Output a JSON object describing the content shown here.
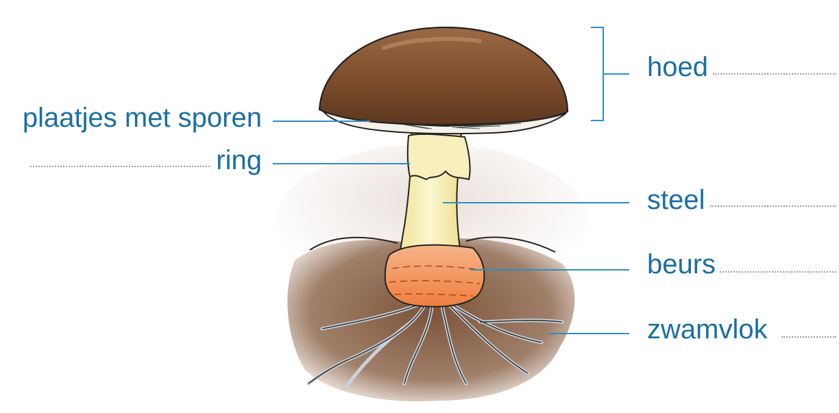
{
  "labels": {
    "hoed": "hoed",
    "plaatjes": "plaatjes met sporen",
    "ring": "ring",
    "steel": "steel",
    "beurs": "beurs",
    "zwamvlok": "zwamvlok"
  },
  "colors": {
    "label_text": "#1a6fa3",
    "leader_line": "#2e8fc4",
    "cap": "#7a4a2a",
    "cap_highlight": "#a26a43",
    "gills": "#f4f1ea",
    "stem": "#f6efb4",
    "volva": "#f29a63",
    "soil": "#8a6448",
    "mycelium": "#c9d3dd"
  }
}
